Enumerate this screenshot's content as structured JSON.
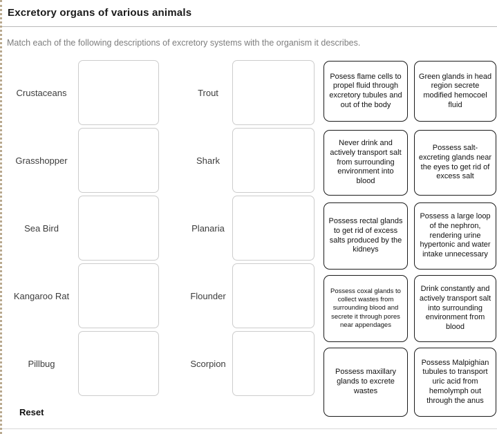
{
  "header": {
    "title": "Excretory organs of various animals",
    "instruction": "Match each of the following descriptions of excretory systems with the organism it describes."
  },
  "targets": {
    "left": [
      {
        "label": "Crustaceans"
      },
      {
        "label": "Grasshopper"
      },
      {
        "label": "Sea Bird"
      },
      {
        "label": "Kangaroo Rat"
      },
      {
        "label": "Pillbug"
      }
    ],
    "right": [
      {
        "label": "Trout"
      },
      {
        "label": "Shark"
      },
      {
        "label": "Planaria"
      },
      {
        "label": "Flounder"
      },
      {
        "label": "Scorpion"
      }
    ]
  },
  "cards": {
    "column1": [
      {
        "text": "Posess flame cells to propel fluid through excretory tubules and out of the body"
      },
      {
        "text": "Never drink and actively transport salt from surrounding environment into blood"
      },
      {
        "text": "Possess rectal glands to get rid of excess salts produced by the kidneys"
      },
      {
        "text": "Possess coxal glands to collect wastes from surrounding blood and secrete it through pores near appendages"
      },
      {
        "text": "Possess maxillary glands to excrete wastes"
      }
    ],
    "column2": [
      {
        "text": "Green glands in head region secrete modified hemocoel fluid"
      },
      {
        "text": "Possess salt-excreting glands near the eyes to get rid of excess salt"
      },
      {
        "text": "Possess a large loop of the nephron, rendering urine hypertonic and water intake unnecessary"
      },
      {
        "text": "Drink constantly and actively transport salt into surrounding environment from blood"
      },
      {
        "text": "Possess Malpighian tubules to transport uric acid from hemolymph out through the anus"
      }
    ]
  },
  "footer": {
    "reset_label": "Reset"
  },
  "colors": {
    "card_border": "#1a1a1a",
    "dropzone_border": "#cccccc",
    "left_edge_dotted": "#b9a98e",
    "instruction_text": "#7d7d7d"
  }
}
